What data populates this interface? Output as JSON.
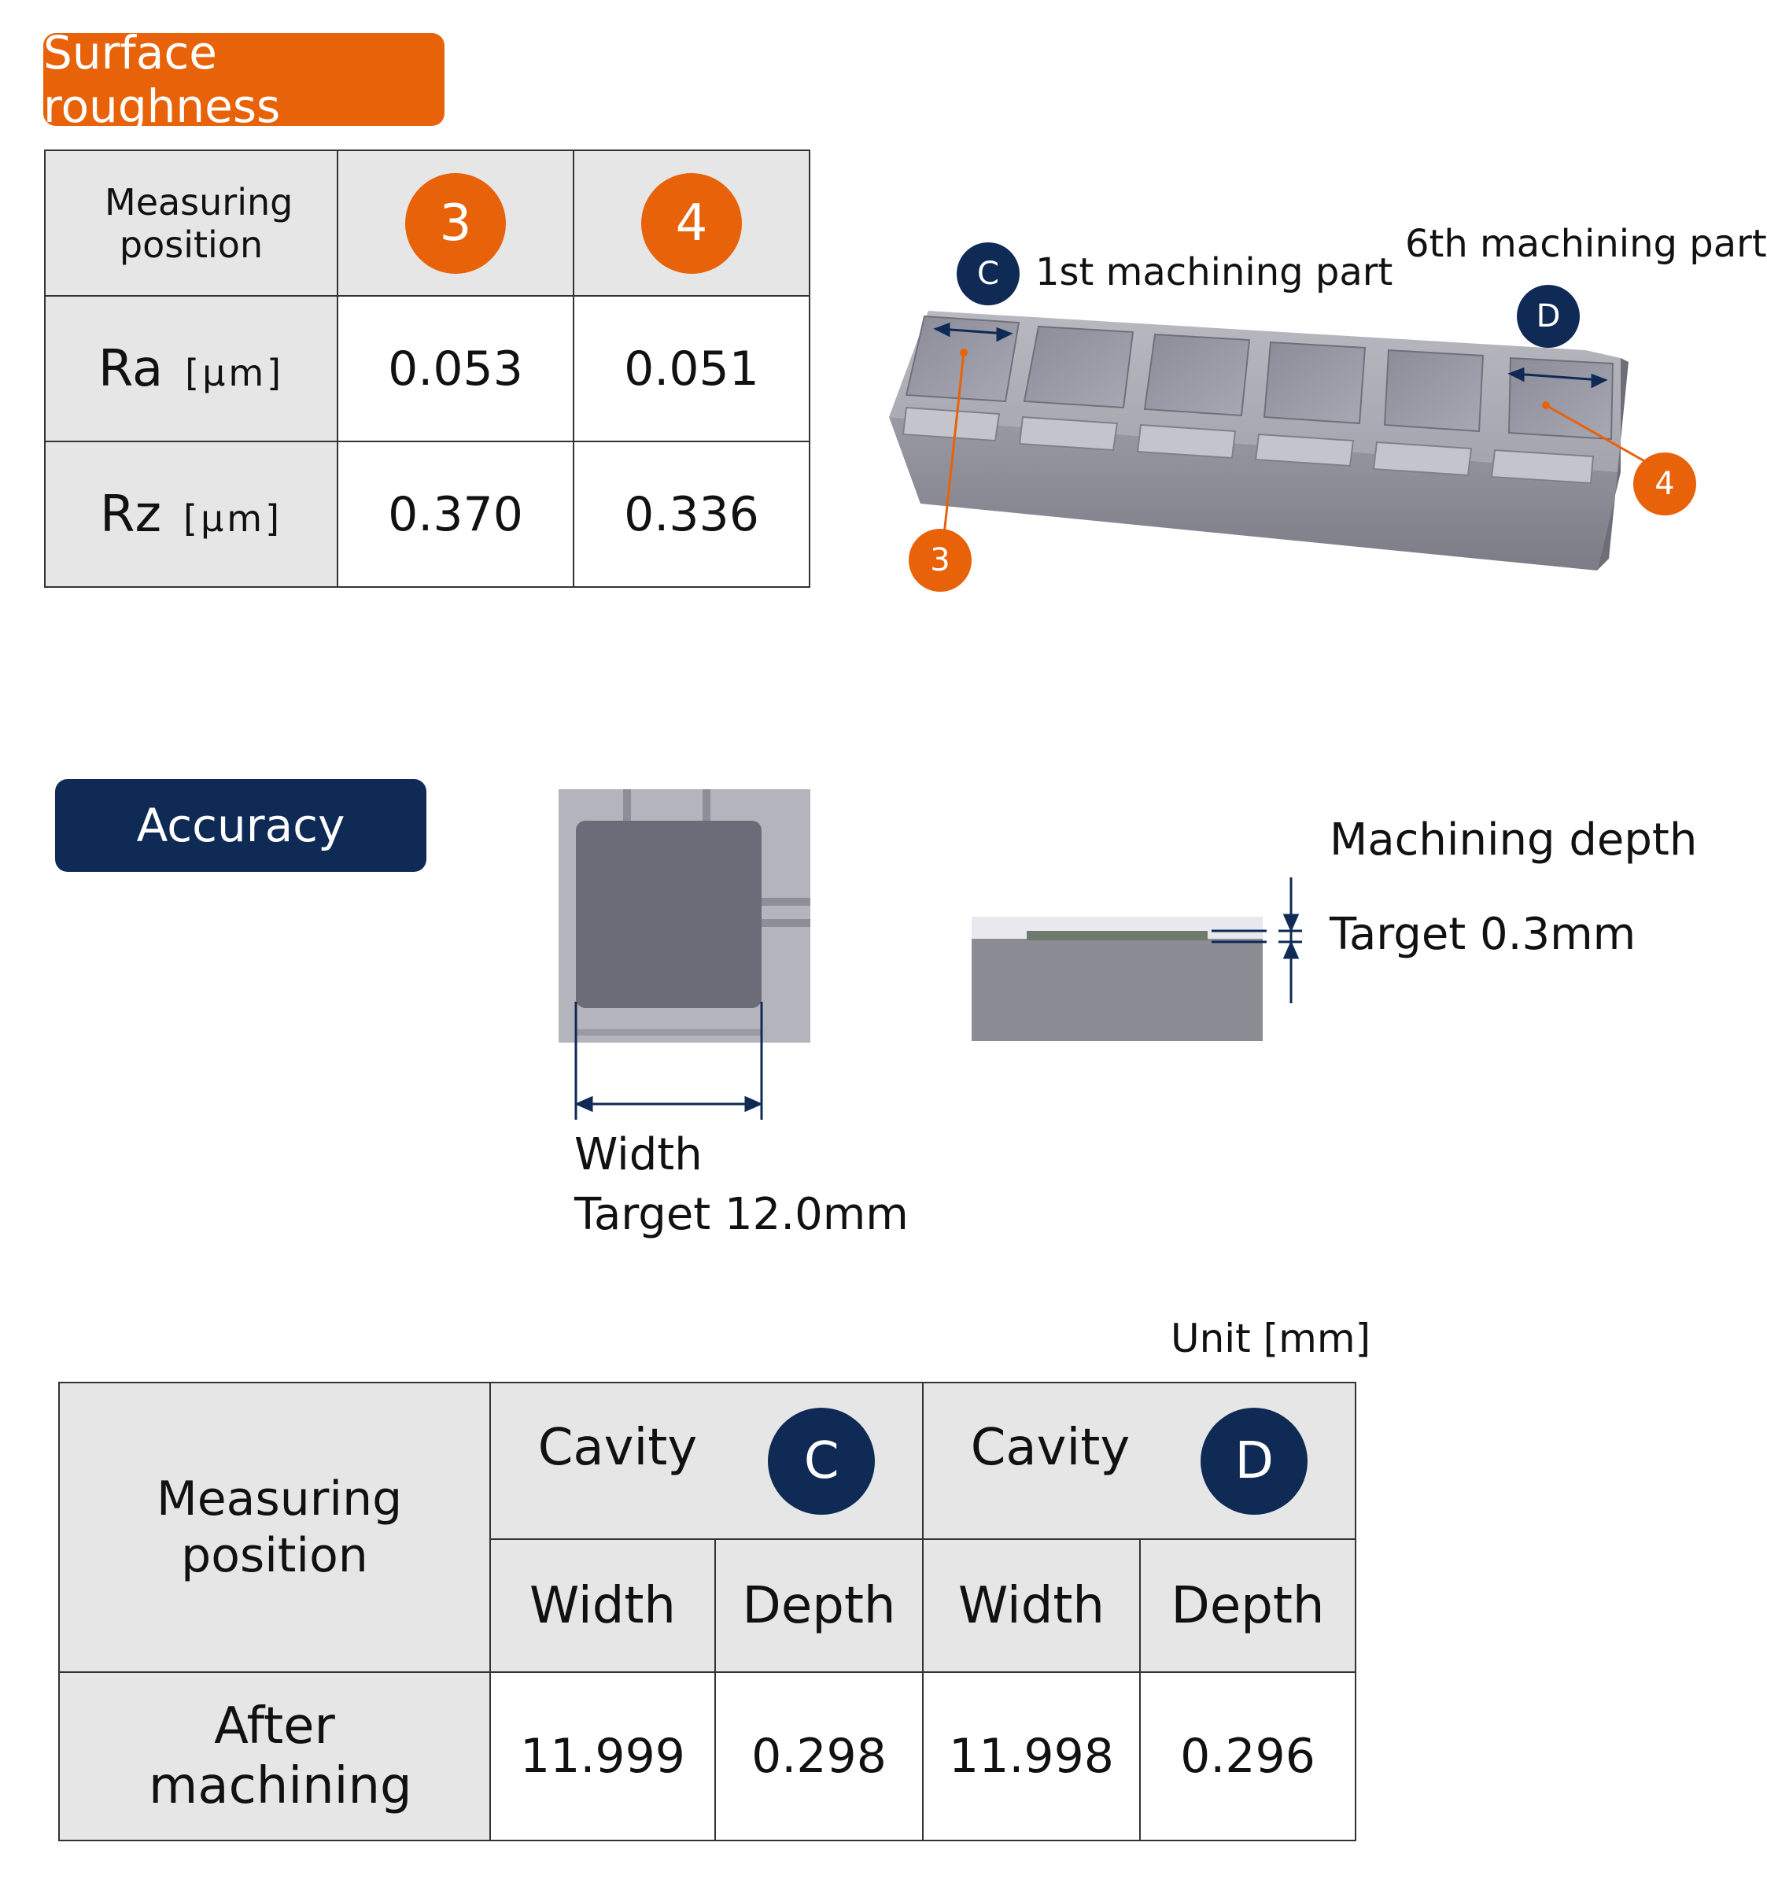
{
  "surface": {
    "title": "Surface roughness",
    "header_label": "Measuring position",
    "pos_a": "3",
    "pos_b": "4",
    "rows": [
      {
        "label": "Ra",
        "unit": "[μm]",
        "a": "0.053",
        "b": "0.051"
      },
      {
        "label": "Rz",
        "unit": "[μm]",
        "a": "0.370",
        "b": "0.336"
      }
    ]
  },
  "workpiece": {
    "marker_c": "C",
    "marker_d": "D",
    "first_label": "1st machining part",
    "sixth_label": "6th machining part",
    "marker_3": "3",
    "marker_4": "4"
  },
  "accuracy": {
    "title": "Accuracy",
    "width_label": "Width",
    "width_target": "Target 12.0mm",
    "depth_label": "Machining depth",
    "depth_target": "Target 0.3mm",
    "unit": "Unit [mm]",
    "header_label": "Measuring position",
    "cavity_label": "Cavity",
    "cavity_c": "C",
    "cavity_d": "D",
    "col_width": "Width",
    "col_depth": "Depth",
    "row_label": "After machining",
    "values": [
      "11.999",
      "0.298",
      "11.998",
      "0.296"
    ]
  },
  "colors": {
    "orange": "#e8620a",
    "navy": "#0f2a55",
    "header_gray": "#e6e6e6"
  }
}
